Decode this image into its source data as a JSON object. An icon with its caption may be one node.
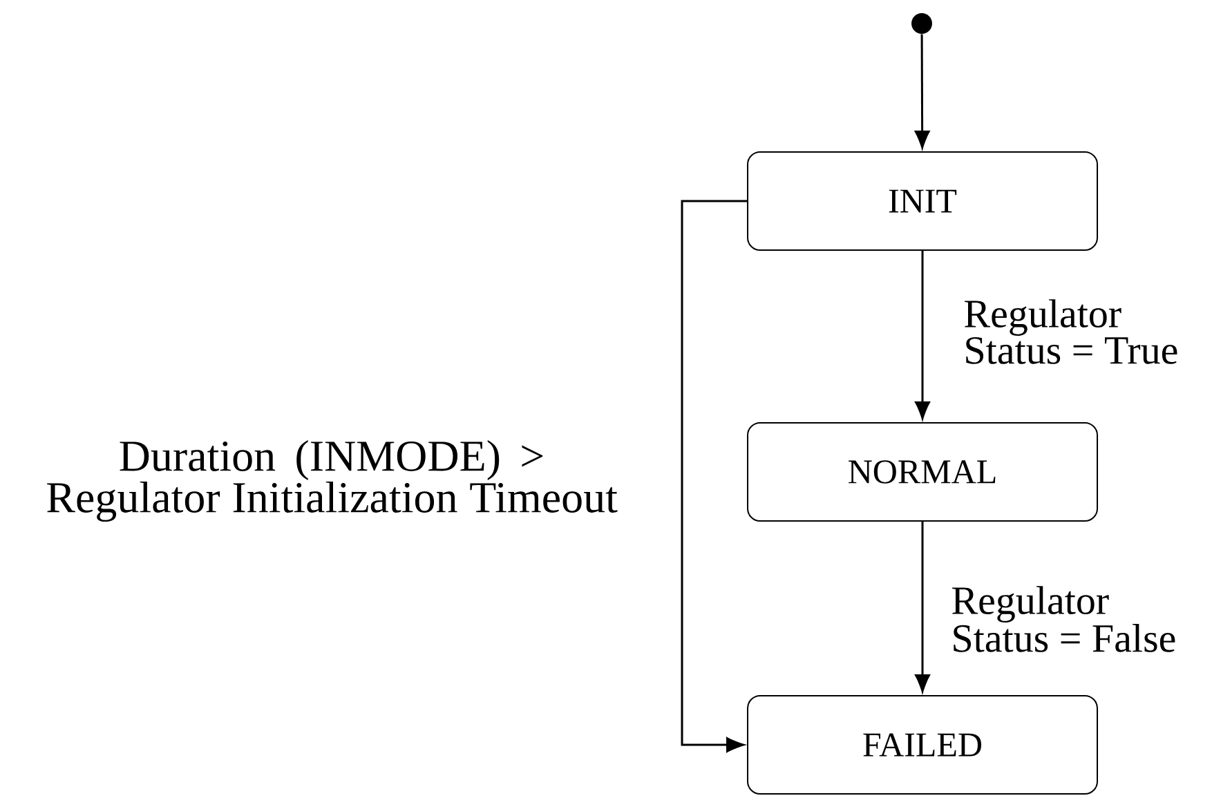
{
  "diagram": {
    "nodes": [
      {
        "text": [],
        "shape": "circle"
      },
      {
        "text": [
          "INIT"
        ]
      },
      {
        "text": [
          "NORMAL"
        ]
      },
      {
        "text": [
          "FAILED"
        ]
      }
    ],
    "edges": [
      {
        "from": 0,
        "to": 1,
        "arrow": "to"
      },
      {
        "from": 1,
        "to": 2,
        "arrow": "to",
        "label": "Regulator Status = True"
      },
      {
        "from": 2,
        "to": 3,
        "arrow": "to",
        "label": "Regulator Status = False"
      },
      {
        "from": 1,
        "to": 3,
        "arrow": "to",
        "label": "Duration (INMODE) > Regulator Initialization Timeout"
      }
    ]
  }
}
